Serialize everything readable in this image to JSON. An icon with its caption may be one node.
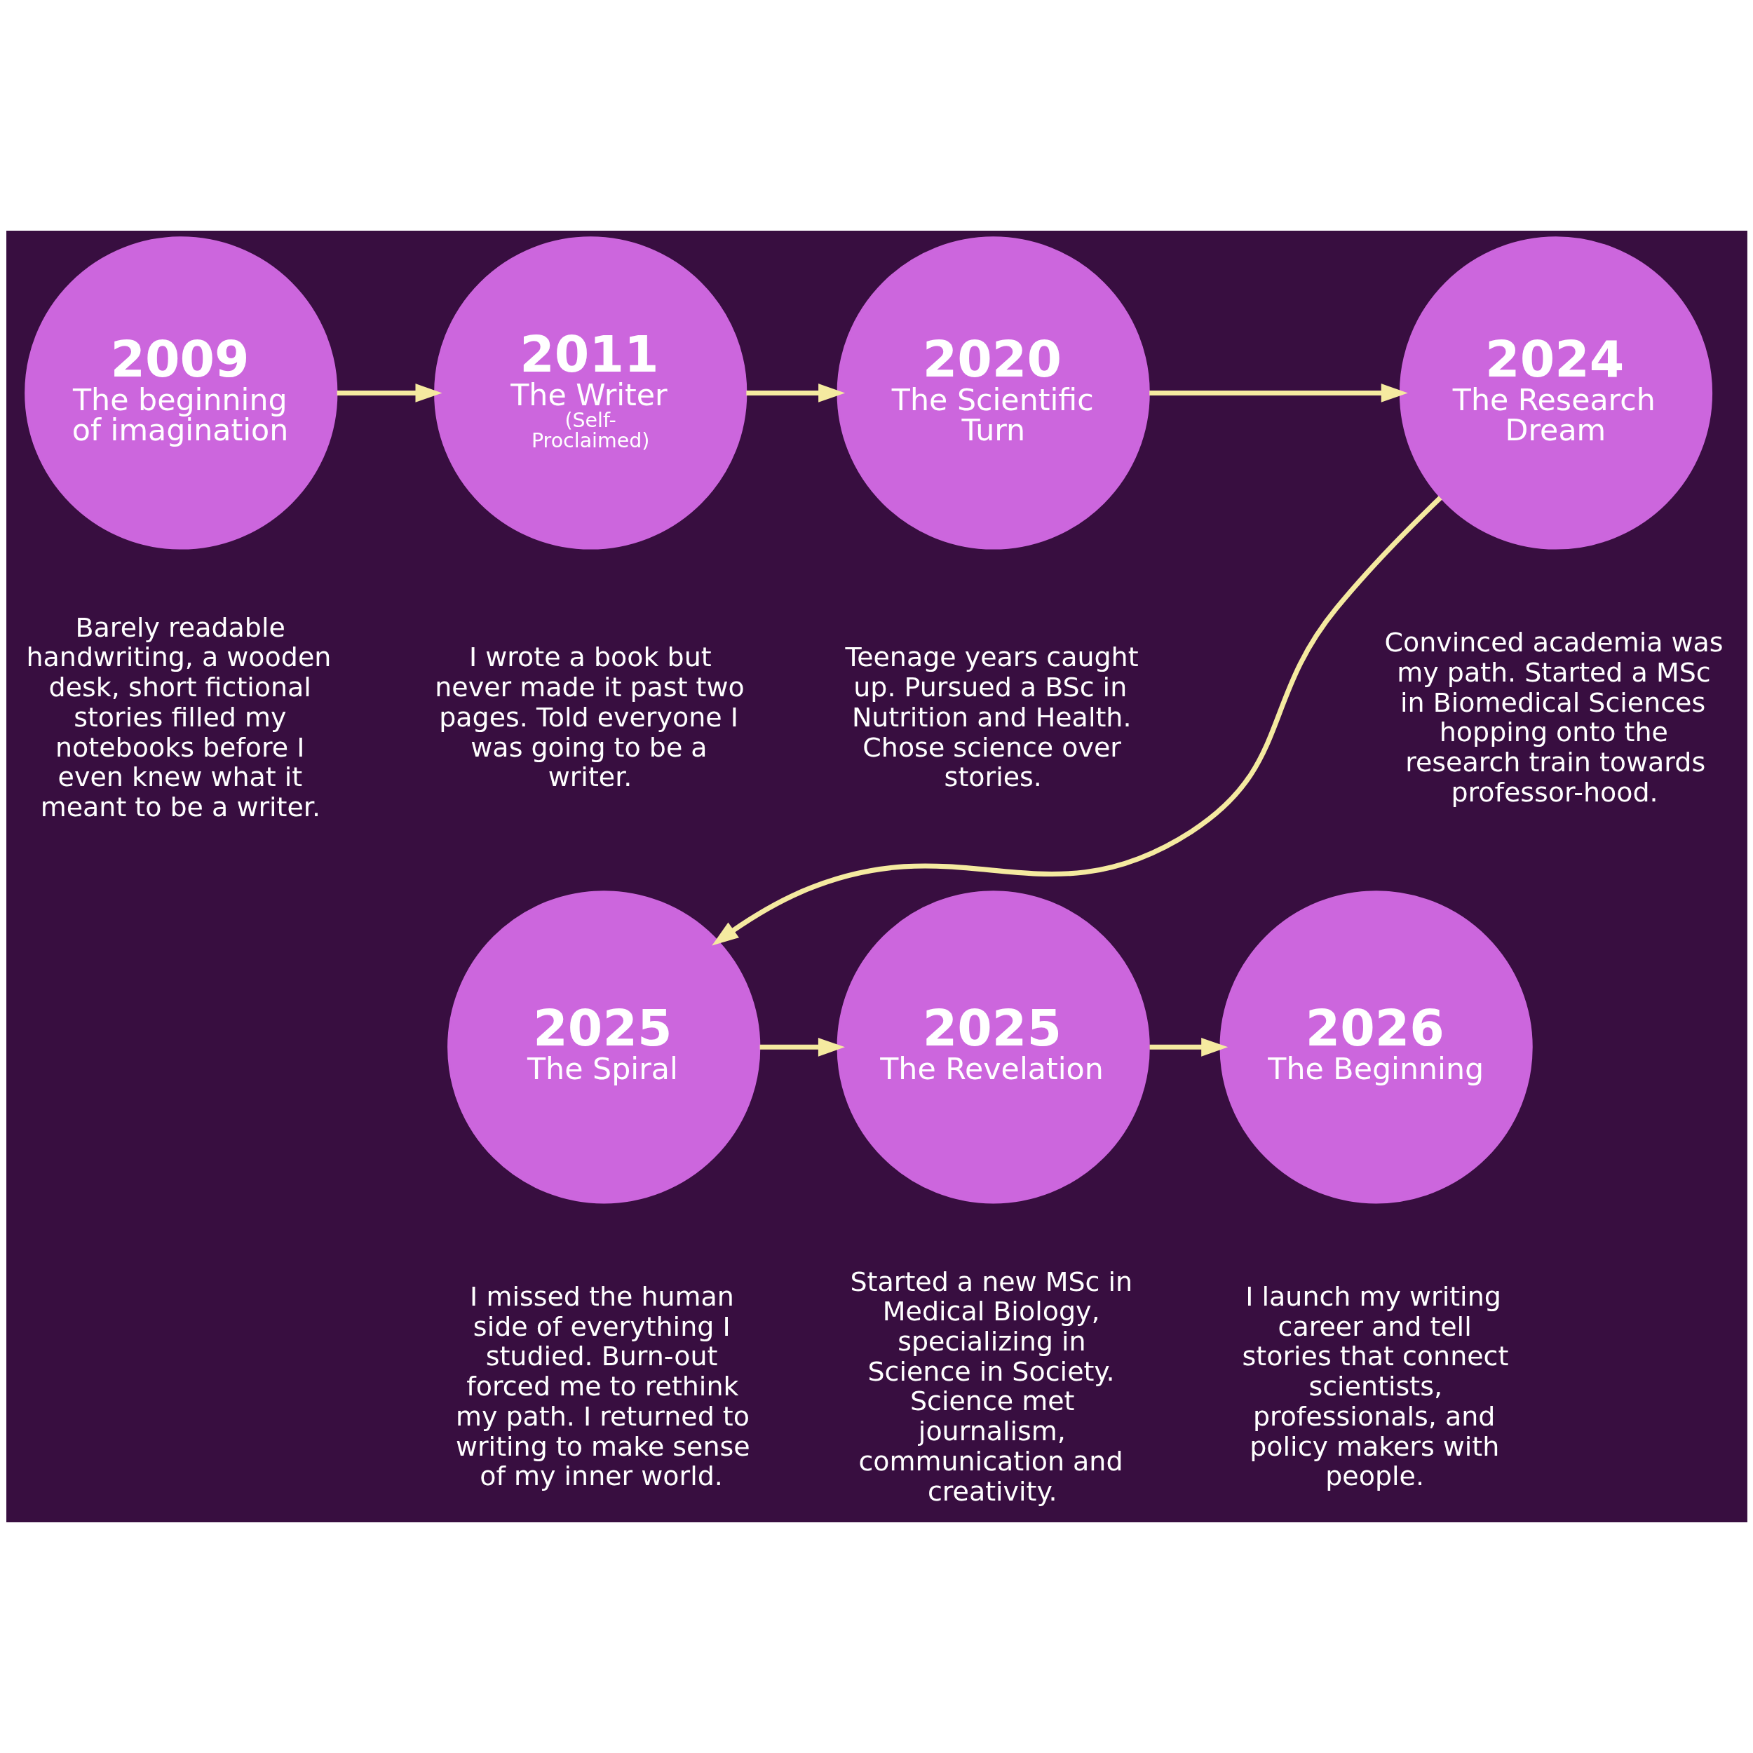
{
  "diagram": {
    "nodes": [
      {
        "text": [
          "2009",
          "The beginning of imagination"
        ],
        "beside": [
          "Barely readable handwriting, a wooden desk, short fictional stories filled my notebooks before I even knew what it meant to be a writer."
        ]
      },
      {
        "text": [
          "2011",
          "The Writer",
          "(Self-Proclaimed)"
        ],
        "beside": [
          "I wrote a book but never made it past two pages. Told everyone I was going to be a writer."
        ]
      },
      {
        "text": [
          "2020",
          "The Scientific Turn"
        ],
        "beside": [
          "Teenage years caught up. Pursued a BSc in Nutrition and Health. Chose science over stories."
        ]
      },
      {
        "text": [
          "2024",
          "The Research Dream"
        ],
        "beside": [
          "Convinced academia was my path. Started a MSc in Biomedical Sciences hopping onto the research train towards professor-hood."
        ]
      },
      {
        "text": [
          "2025",
          "The Revelation"
        ],
        "beside": [
          "Started a new MSc in Medical Biology, specializing in Science in Society. Science met journalism, communication and creativity."
        ]
      },
      {
        "text": [
          "2025",
          "The Spiral"
        ],
        "beside": [
          "I missed the human side of everything I studied. Burn-out forced me to rethink my path. I returned to writing to make sense of my inner world."
        ]
      },
      {
        "text": [
          "2026",
          "The Beginning"
        ],
        "beside": [
          "I launch my writing career and tell stories that connect scientists, professionals, and policy makers with people."
        ]
      }
    ],
    "edges": [
      {
        "from": 0,
        "to": 1,
        "arrow": "to"
      },
      {
        "from": 1,
        "to": 2,
        "arrow": "to"
      },
      {
        "from": 2,
        "to": 3,
        "arrow": "to"
      },
      {
        "from": 3,
        "to": 5,
        "arrow": "to"
      },
      {
        "from": 5,
        "to": 4,
        "arrow": "to"
      },
      {
        "from": 4,
        "to": 6,
        "arrow": "to"
      }
    ]
  }
}
